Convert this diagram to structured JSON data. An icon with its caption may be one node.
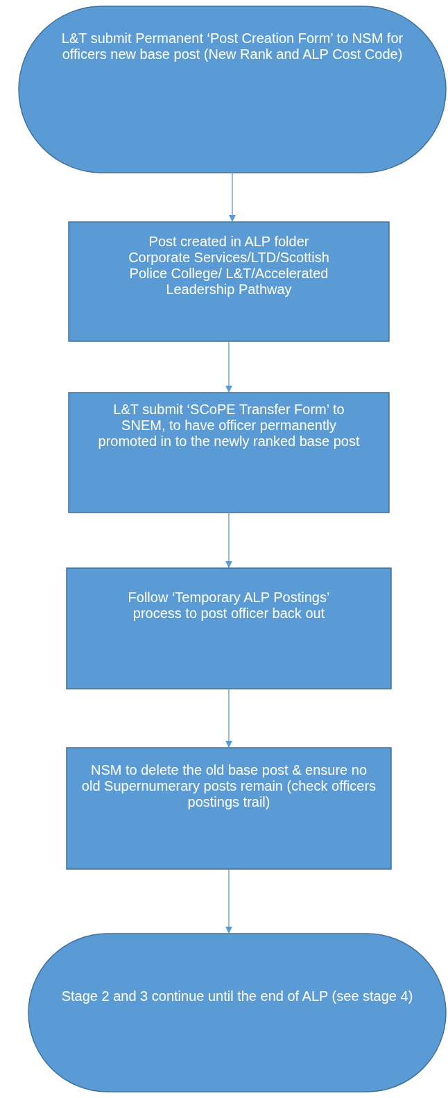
{
  "diagram": {
    "nodes": [
      {
        "text": [
          "L&T submit Permanent ‘Post Creation Form’ to NSM for officers new base post (New Rank and ALP Cost Code)"
        ]
      },
      {
        "text": [
          "Post created in ALP folder Corporate Services/LTD/Scottish Police College/ L&T/Accelerated Leadership Pathway"
        ]
      },
      {
        "text": [
          "L&T submit ‘SCoPE Transfer Form’ to SNEM, to have officer permanently promoted in to the newly ranked base post"
        ]
      },
      {
        "text": [
          "Follow ‘Temporary ALP Postings’ process to post officer back out"
        ]
      },
      {
        "text": [
          "NSM to delete the old base post & ensure no old Supernumerary posts remain (check officers postings trail)"
        ]
      },
      {
        "text": [
          "Stage 2 and 3 continue until the end of ALP (see stage 4)"
        ]
      }
    ],
    "edges": [
      {
        "from": 0,
        "to": 1,
        "arrow": "to"
      },
      {
        "from": 1,
        "to": 2,
        "arrow": "to"
      },
      {
        "from": 2,
        "to": 3,
        "arrow": "to"
      },
      {
        "from": 3,
        "to": 4,
        "arrow": "to"
      },
      {
        "from": 4,
        "to": 5,
        "arrow": "to"
      }
    ]
  }
}
